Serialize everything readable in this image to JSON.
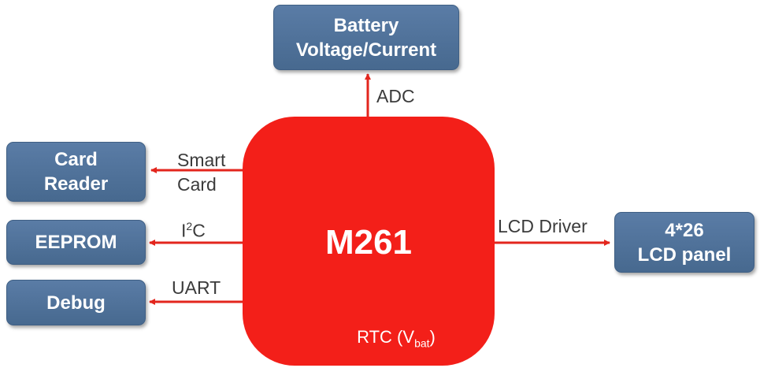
{
  "blocks": {
    "battery": [
      "Battery",
      "Voltage/Current"
    ],
    "card_reader": [
      "Card",
      "Reader"
    ],
    "eeprom": [
      "EEPROM"
    ],
    "debug": [
      "Debug"
    ],
    "lcd_panel": [
      "4*26",
      "LCD panel"
    ]
  },
  "mcu": {
    "name": "M261",
    "rtc_prefix": "RTC (V",
    "rtc_sub": "bat",
    "rtc_suffix": ")"
  },
  "links": {
    "adc": "ADC",
    "smart_card_1": "Smart",
    "smart_card_2": "Card",
    "i2c_prefix": "I",
    "i2c_sup": "2",
    "i2c_suffix": "C",
    "uart": "UART",
    "lcd_driver": "LCD Driver"
  },
  "colors": {
    "block_fill": "#4f7098",
    "mcu_fill": "#f31f19",
    "arrow": "#e3261d"
  }
}
